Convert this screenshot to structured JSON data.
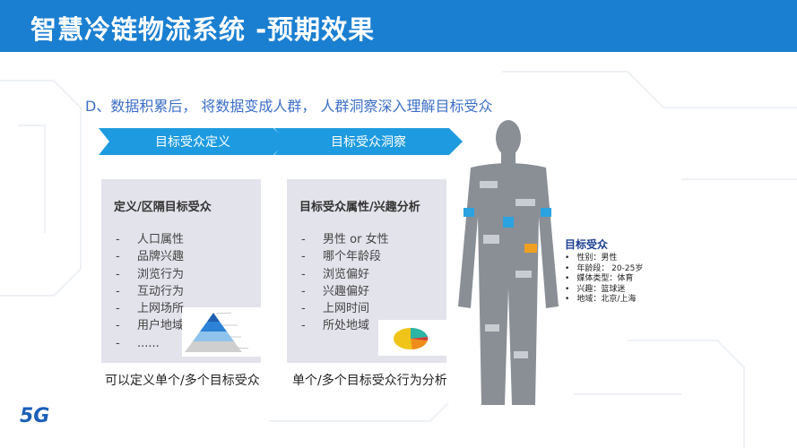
{
  "header": {
    "title": "智慧冷链物流系统 -预期效果"
  },
  "subtitle": "D、数据积累后， 将数据变成人群， 人群洞察深入理解目标受众",
  "steps": [
    "目标受众定义",
    "目标受众洞察"
  ],
  "panels": [
    {
      "title": "定义/区隔目标受众",
      "items": [
        "人口属性",
        "品牌兴趣",
        "浏览行为",
        "互动行为",
        "上网场所",
        "用户地域",
        "......"
      ],
      "caption": "可以定义单个/多个目标受众"
    },
    {
      "title": "目标受众属性/兴趣分析",
      "items": [
        "男性 or 女性",
        "哪个年龄段",
        "浏览偏好",
        "兴趣偏好",
        "上网时间",
        "所处地域"
      ],
      "caption": "单个/多个目标受众行为分析"
    }
  ],
  "profile": {
    "title": "目标受众",
    "items": [
      "性别：男性",
      "年龄段： 20-25岁",
      "媒体类型：体育",
      "兴趣：篮球迷",
      "地域：北京/上海"
    ]
  },
  "logo": "5G",
  "colors": {
    "title_bar": "#1b7fd1",
    "chevron": "#1e9be0",
    "panel": "#e3e3ec",
    "subtitle": "#3d6fc6"
  }
}
